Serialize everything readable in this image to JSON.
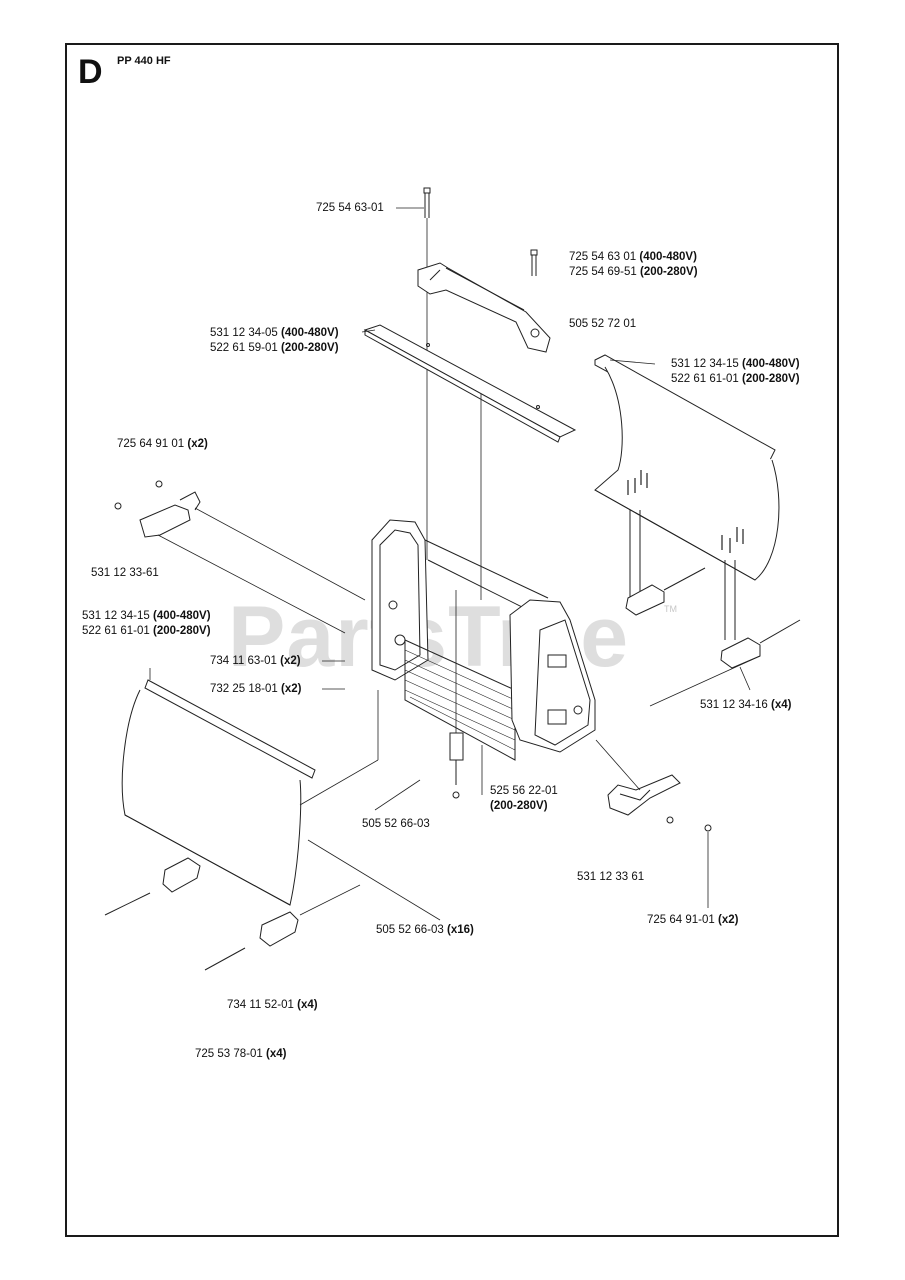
{
  "header": {
    "section": "D",
    "model": "PP 440 HF"
  },
  "watermark": {
    "text": "PartsTree",
    "tm": "TM"
  },
  "parts": {
    "bolt_top": {
      "num": "725 54 63-01",
      "qty": ""
    },
    "handle_bolt": {
      "l1": "725 54 63 01",
      "l1q": "(400-480V)",
      "l2": "725 54 69-51",
      "l2q": "(200-280V)"
    },
    "handle": {
      "num": "505 52 72 01"
    },
    "top_bar": {
      "l1": "531 12 34-05",
      "l1q": "(400-480V)",
      "l2": "522 61 59-01",
      "l2q": "(200-280V)"
    },
    "right_panel": {
      "l1": "531 12 34-15",
      "l1q": "(400-480V)",
      "l2": "522 61 61-01",
      "l2q": "(200-280V)"
    },
    "screw_left": {
      "num": "725 64 91 01",
      "qty": "(x2)"
    },
    "bracket_left": {
      "num": "531 12 33-61"
    },
    "left_panel": {
      "l1": "531 12 34-15",
      "l1q": "(400-480V)",
      "l2": "522 61 61-01",
      "l2q": "(200-280V)"
    },
    "washer": {
      "num": "734 11 63-01",
      "qty": "(x2)"
    },
    "nut": {
      "num": "732 25 18-01",
      "qty": "(x2)"
    },
    "foot": {
      "num": "531 12 34-16",
      "qty": "(x4)"
    },
    "choke": {
      "l1": "525 56 22-01",
      "l2": "(200-280V)"
    },
    "clip_small": {
      "num": "505 52 66-03"
    },
    "bracket_right": {
      "num": "531 12 33 61"
    },
    "screw_right": {
      "num": "725 64 91-01",
      "qty": "(x2)"
    },
    "clips": {
      "num": "505 52 66-03",
      "qty": "(x16)"
    },
    "washer_small": {
      "num": "734 11 52-01",
      "qty": "(x4)"
    },
    "screws": {
      "num": "725 53 78-01",
      "qty": "(x4)"
    }
  }
}
